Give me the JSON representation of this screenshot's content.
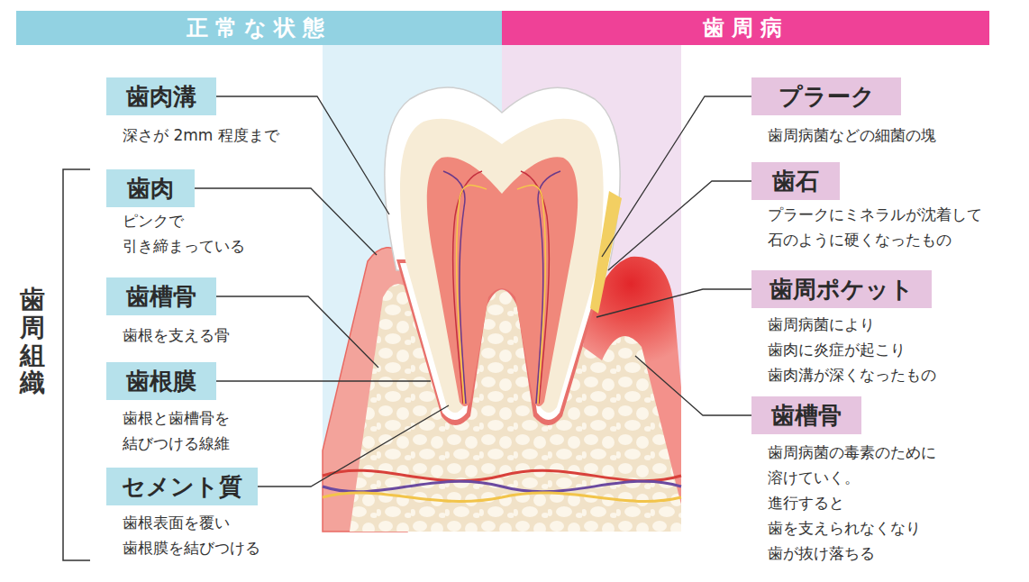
{
  "diagram": {
    "nodes": [
      {
        "text": [
          "正常な状態"
        ]
      },
      {
        "text": [
          "歯周病"
        ]
      },
      {
        "text": [
          "歯肉溝",
          "深さが 2mm 程度まで"
        ]
      },
      {
        "text": [
          "歯肉",
          "ピンクで 引き締まっている"
        ]
      },
      {
        "text": [
          "歯槽骨",
          "歯根を支える骨"
        ]
      },
      {
        "text": [
          "歯根膜",
          "歯根と歯槽骨を 結びつける線維"
        ]
      },
      {
        "text": [
          "セメント質",
          "歯根表面を覆い 歯根膜を結びつける"
        ]
      },
      {
        "text": [
          "プラーク",
          "歯周病菌などの細菌の塊"
        ]
      },
      {
        "text": [
          "歯石",
          "プラークにミネラルが沈着して 石のように硬くなったもの"
        ]
      },
      {
        "text": [
          "歯周ポケット",
          "歯周病菌により 歯肉に炎症が起こり 歯肉溝が深くなったもの"
        ]
      },
      {
        "text": [
          "歯槽骨",
          "歯周病菌の毒素のために 溶けていく。 進行すると 歯を支えられなくなり 歯が抜け落ちる"
        ]
      }
    ],
    "labels": [
      "歯周組織"
    ]
  }
}
